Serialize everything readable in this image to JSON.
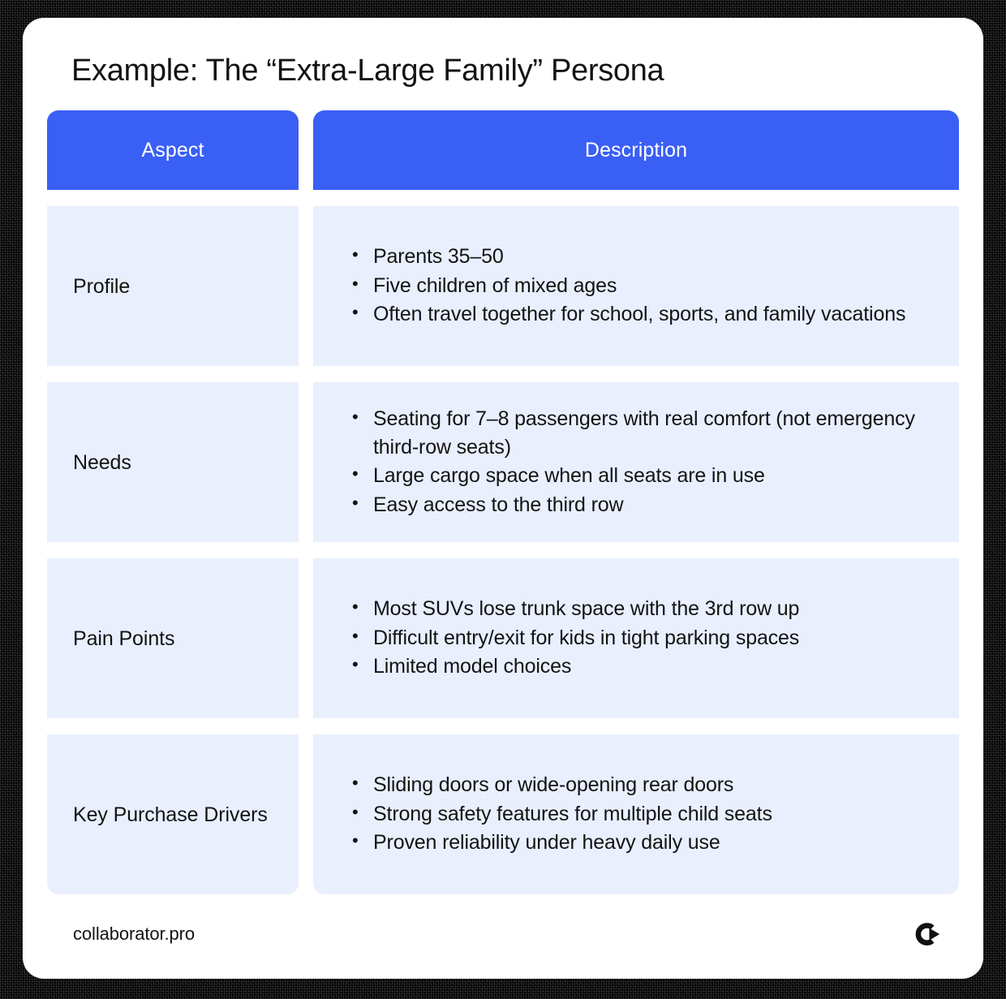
{
  "page": {
    "title": "Example: The “Extra-Large Family” Persona",
    "background_color": "#000000",
    "card_color": "#ffffff",
    "accent_color": "#3A5FF5",
    "cell_color": "#E9EFFD",
    "text_color": "#131313"
  },
  "table": {
    "headers": {
      "aspect": "Aspect",
      "description": "Description"
    },
    "rows": [
      {
        "aspect": "Profile",
        "bullets": [
          "Parents 35–50",
          "Five children of mixed ages",
          "Often travel together for school, sports, and family vacations"
        ]
      },
      {
        "aspect": "Needs",
        "bullets": [
          "Seating for 7–8 passengers with real comfort (not emergency third-row seats)",
          "Large cargo space when all seats are in use",
          "Easy access to the third row"
        ]
      },
      {
        "aspect": "Pain Points",
        "bullets": [
          "Most SUVs lose trunk space with the 3rd row up",
          "Difficult entry/exit for kids in tight parking spaces",
          "Limited model choices"
        ]
      },
      {
        "aspect": "Key Purchase Drivers",
        "bullets": [
          "Sliding doors or wide-opening rear doors",
          "Strong safety features for multiple child seats",
          "Proven reliability under heavy daily use"
        ]
      }
    ]
  },
  "footer": {
    "site": "collaborator.pro",
    "logo": "collaborator-c-arrow-logo"
  }
}
